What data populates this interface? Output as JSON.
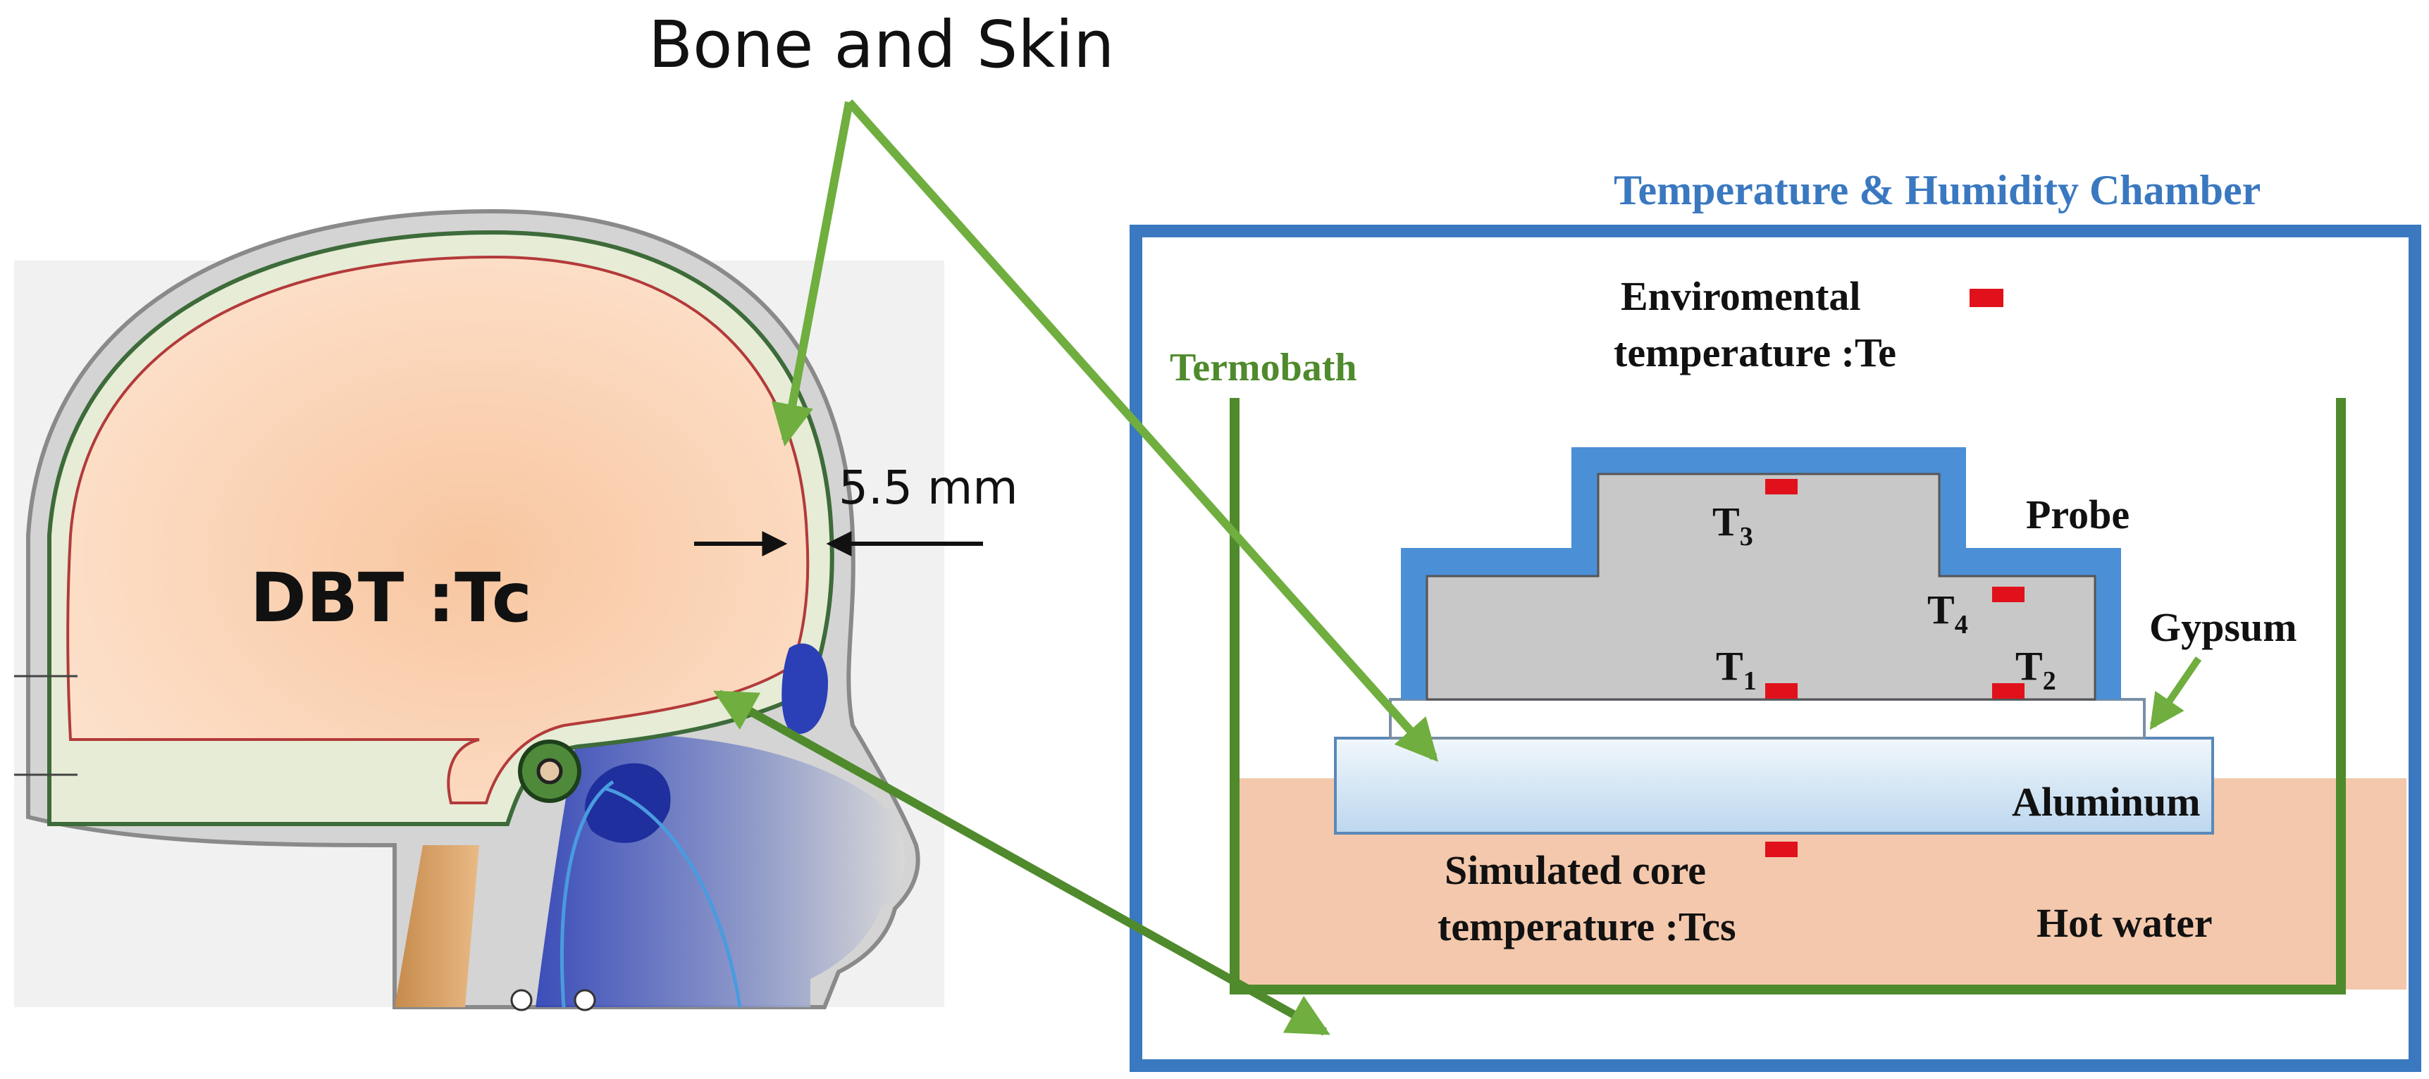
{
  "labels": {
    "bone_and_skin": "Bone and Skin",
    "thickness": "5.5 mm",
    "dbt": "DBT :Tc",
    "chamber": "Temperature & Humidity Chamber",
    "termobath": "Termobath",
    "enviro_line1": "Enviromental",
    "enviro_line2": "temperature :Te",
    "probe": "Probe",
    "gypsum": "Gypsum",
    "aluminum": "Aluminum",
    "sim_line1": "Simulated core",
    "sim_line2": "temperature :Tcs",
    "hot_water": "Hot water",
    "sensors": {
      "t1": {
        "letter": "T",
        "sub": "1"
      },
      "t2": {
        "letter": "T",
        "sub": "2"
      },
      "t3": {
        "letter": "T",
        "sub": "3"
      },
      "t4": {
        "letter": "T",
        "sub": "4"
      }
    }
  },
  "colors": {
    "chamber_blue": "#3a78c0",
    "probe_blue": "#4b8fd6",
    "arrow_green": "#6fae3f",
    "termobath_green": "#4f8a2c",
    "sensor_red": "#e0111b",
    "gypsum_gray": "#c8c8c8",
    "hot_water": "#f4c8ac",
    "brain_peach": "#fcd9bf"
  }
}
